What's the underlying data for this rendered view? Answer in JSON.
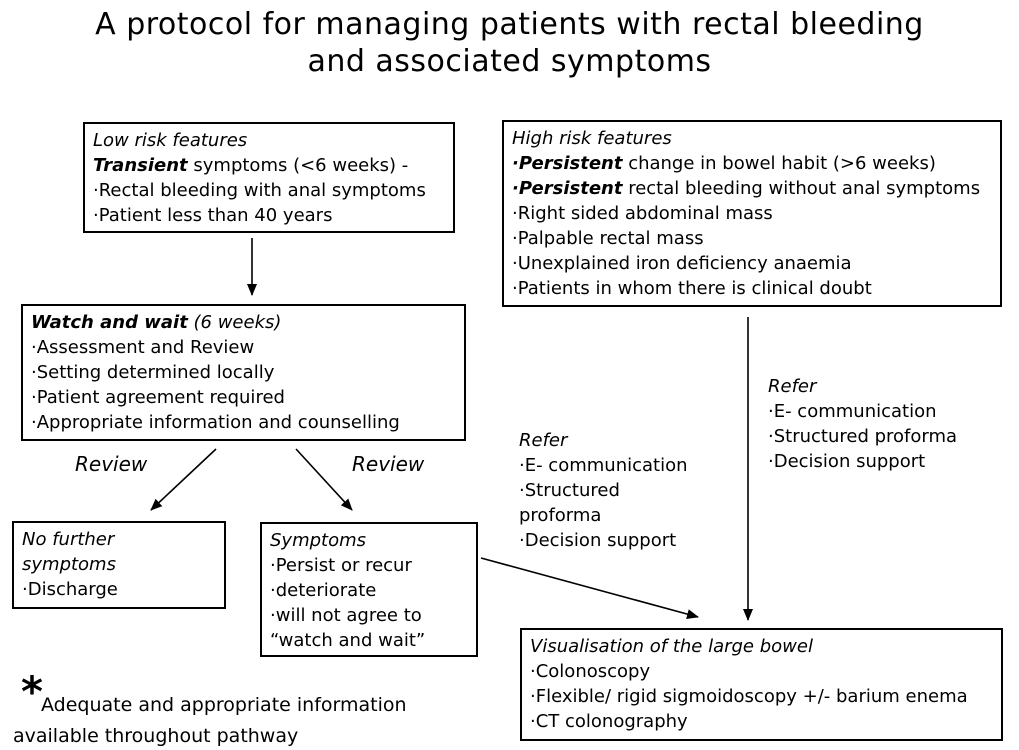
{
  "title": {
    "line1": "A protocol for managing patients with rectal bleeding",
    "line2": "and associated symptoms"
  },
  "low_risk": {
    "heading": "Low risk features",
    "transient_bold": "Transient",
    "transient_rest": " symptoms (<6 weeks) -",
    "bullet1": "·Rectal bleeding with anal symptoms",
    "bullet2": "·Patient less than 40 years"
  },
  "high_risk": {
    "heading": "High risk features",
    "b1_bold": "·Persistent",
    "b1_rest": " change in bowel habit (>6 weeks)",
    "b2_bold": "·Persistent",
    "b2_rest": " rectal bleeding without anal symptoms",
    "b3": "·Right sided abdominal mass",
    "b4": "·Palpable rectal mass",
    "b5": "·Unexplained iron deficiency anaemia",
    "b6": "·Patients in whom there is clinical doubt"
  },
  "watch_wait": {
    "heading_bold": "Watch and wait",
    "heading_rest": " (6 weeks)",
    "b1": "·Assessment and Review",
    "b2": "·Setting determined locally",
    "b3": "·Patient agreement required",
    "b4": "·Appropriate information and counselling"
  },
  "review_left": "Review",
  "review_right": "Review",
  "no_further": {
    "heading_line1": "No further",
    "heading_line2": "symptoms",
    "b1": "·Discharge"
  },
  "symptoms": {
    "heading": "Symptoms",
    "b1": "·Persist or recur",
    "b2": "·deteriorate",
    "b3": "·will not agree to",
    "b4": "“watch and wait”"
  },
  "refer_left": {
    "heading": "Refer",
    "l1": "·E- communication",
    "l2": "·Structured",
    "l3": "proforma",
    "l4": "·Decision support"
  },
  "refer_right": {
    "heading": "Refer",
    "l1": "·E- communication",
    "l2": "·Structured proforma",
    "l3": "·Decision support"
  },
  "visualisation": {
    "heading": "Visualisation of the large bowel",
    "b1": "·Colonoscopy",
    "b2": "·Flexible/ rigid sigmoidoscopy +/- barium enema",
    "b3": "·CT colonography"
  },
  "footnote": {
    "asterisk": "*",
    "line1": "Adequate and appropriate information",
    "line2": "available throughout pathway"
  },
  "colors": {
    "text": "#000000",
    "background": "#ffffff",
    "border": "#000000",
    "arrow": "#000000"
  }
}
